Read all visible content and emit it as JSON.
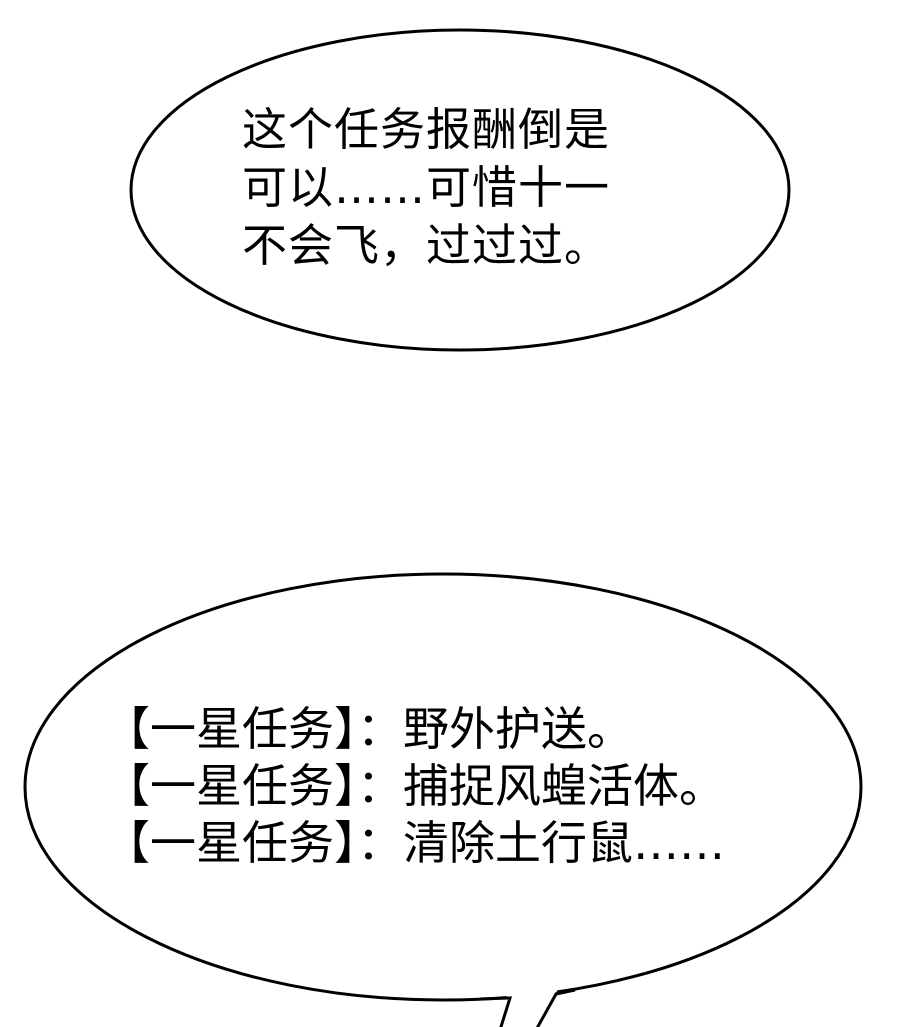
{
  "bubble_top": {
    "lines": [
      "这个任务报酬倒是",
      "可以……可惜十一",
      "不会飞，过过过。"
    ]
  },
  "bubble_bottom": {
    "lines": [
      "【一星任务】：野外护送。",
      "【一星任务】：捕捉风蝗活体。",
      "【一星任务】：清除土行鼠……"
    ]
  }
}
